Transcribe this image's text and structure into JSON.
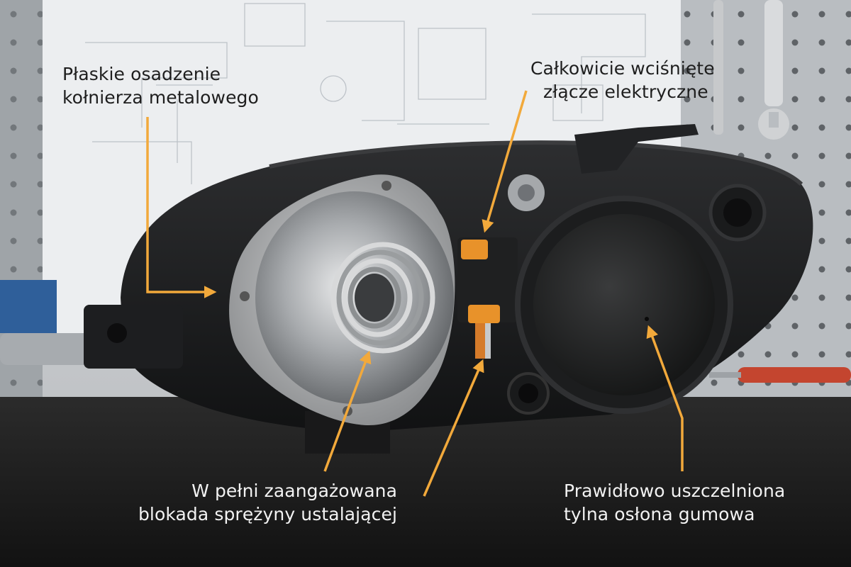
{
  "colors": {
    "accent": "#f2a93b",
    "pegboard": "#c9ccd0",
    "blueprint": "#e8ebee",
    "desk": "#1a1a1a",
    "housing": "#1b1c1d",
    "chrome": "#b9bbbd",
    "connector_orange": "#e8922a"
  },
  "callouts": {
    "flange": {
      "line1": "Płaskie osadzenie",
      "line2": "kołnierza metalowego"
    },
    "connector": {
      "line1": "Całkowicie wciśnięte",
      "line2": "złącze elektryczne"
    },
    "spring": {
      "line1": "W pełni zaangażowana",
      "line2": "blokada sprężyny ustalającej"
    },
    "cover": {
      "line1": "Prawidłowo uszczelniona",
      "line2": "tylna osłona gumowa"
    }
  }
}
